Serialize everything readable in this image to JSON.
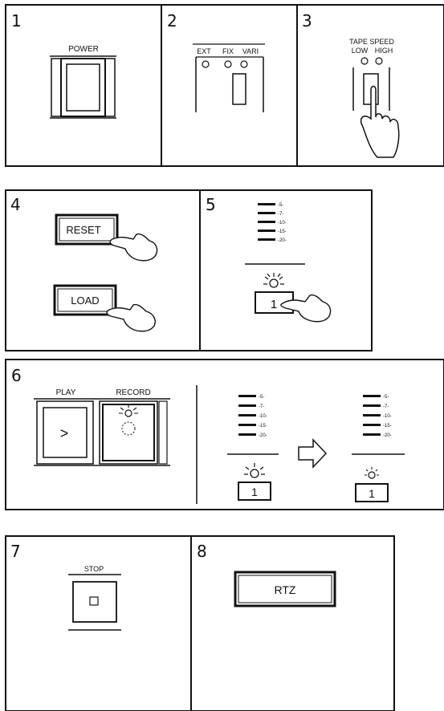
{
  "steps": [
    {
      "number": "1",
      "label": "POWER"
    },
    {
      "number": "2",
      "labels": [
        "EXT",
        "FIX",
        "VARI"
      ]
    },
    {
      "number": "3",
      "labels": [
        "TAPE SPEED",
        "LOW",
        "HIGH"
      ]
    },
    {
      "number": "4",
      "buttons": [
        "RESET",
        "LOAD"
      ]
    },
    {
      "number": "5",
      "meter": [
        "-5-",
        "-7-",
        "-10-",
        "-15-",
        "-20-"
      ],
      "track": "1"
    },
    {
      "number": "6",
      "buttons": [
        "PLAY",
        "RECORD"
      ],
      "play_symbol": ">",
      "meter": [
        "-5-",
        "-7-",
        "-10-",
        "-15-",
        "-20-"
      ],
      "track": "1"
    },
    {
      "number": "7",
      "label": "STOP"
    },
    {
      "number": "8",
      "button": "RTZ"
    }
  ]
}
